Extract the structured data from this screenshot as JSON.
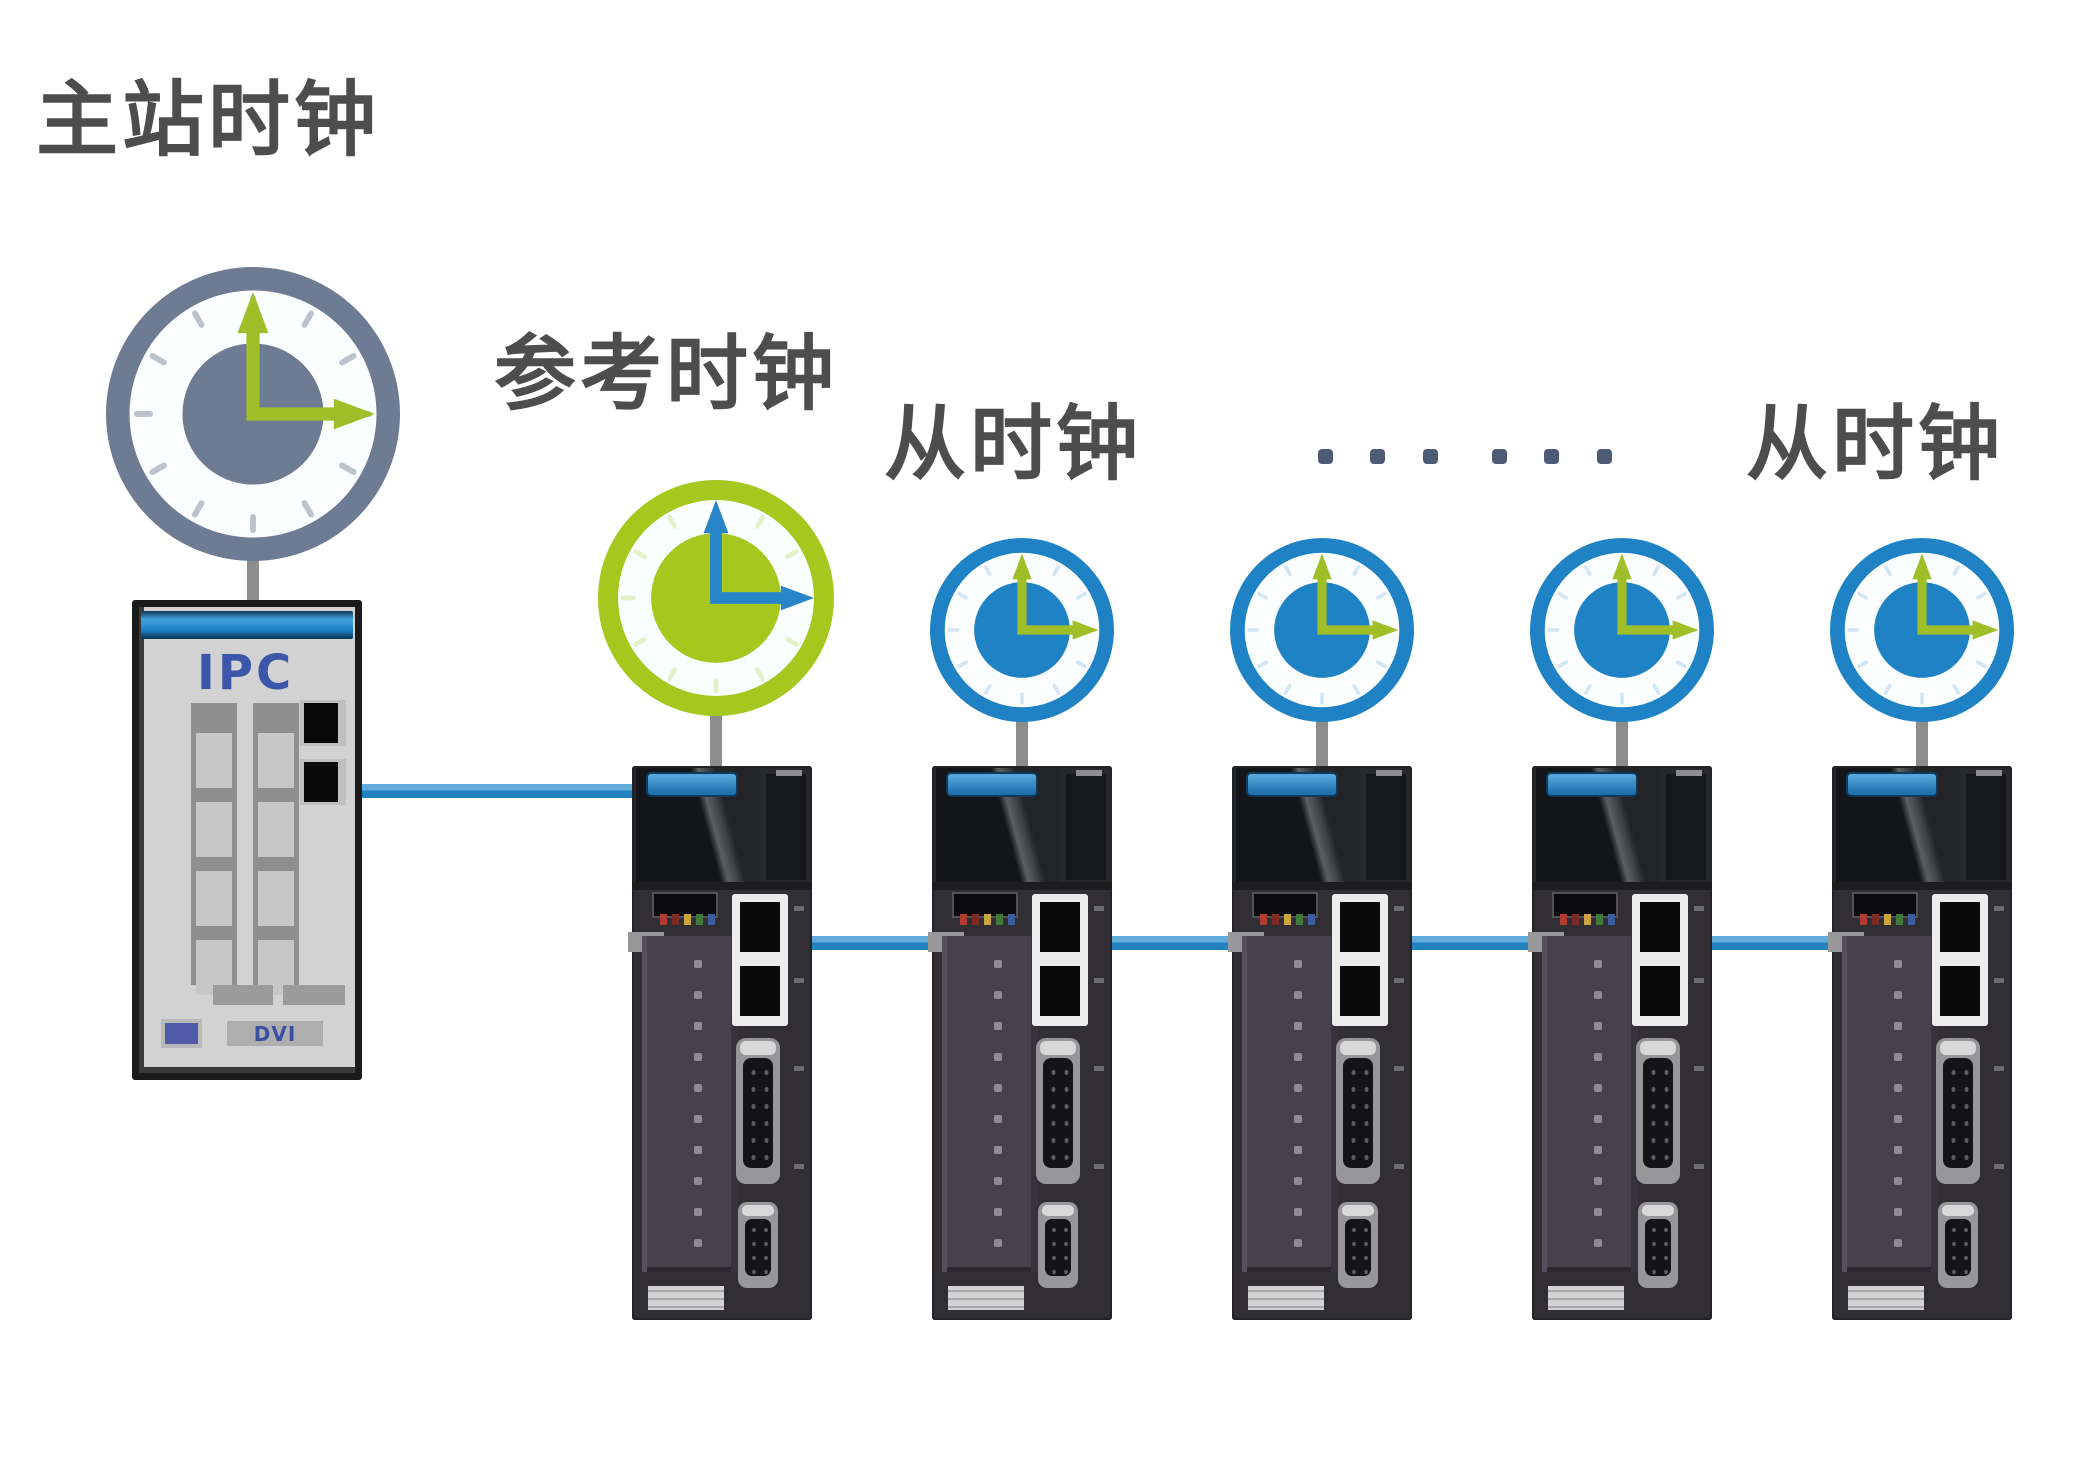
{
  "labels": {
    "master_clock": "主站时钟",
    "reference_clock": "参考时钟",
    "slave_clock_left": "从时钟",
    "slave_clock_right": "从时钟",
    "ellipsis": "······"
  },
  "ipc": {
    "label": "IPC",
    "bottom_label": "DVI"
  },
  "counts": {
    "servo_drives": 5,
    "slave_clocks": 4
  },
  "colors": {
    "master_clock_ring": "#6d7b93",
    "reference_clock_ring": "#a5c71e",
    "slave_clock_ring": "#1e82c5",
    "green_hand": "#9fbe27",
    "blue_hand": "#2886c8",
    "cable_blue": "#2182c2",
    "label_text": "#4d4d4d"
  }
}
